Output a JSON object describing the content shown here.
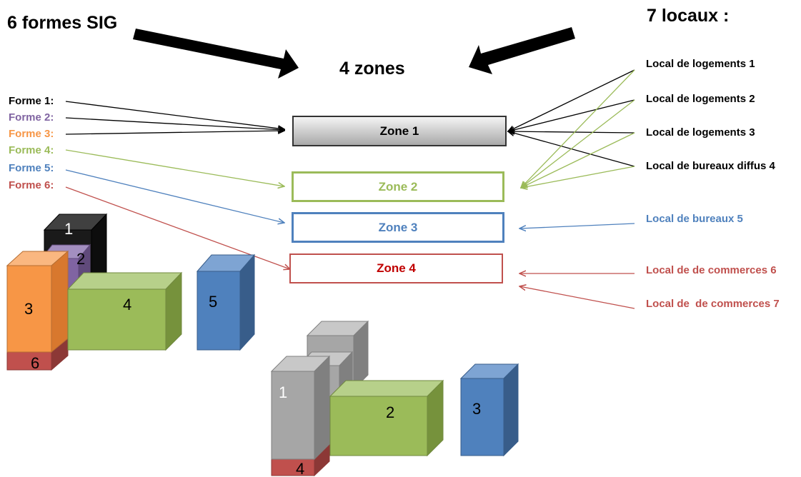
{
  "header": {
    "left_title": "6 formes SIG",
    "center_title": "4 zones",
    "right_title": "7 locaux :"
  },
  "formes": [
    {
      "label": "Forme 1:",
      "color": "#000000"
    },
    {
      "label": "Forme 2:",
      "color": "#8064a2"
    },
    {
      "label": "Forme 3:",
      "color": "#f79646"
    },
    {
      "label": "Forme 4:",
      "color": "#9bbb59"
    },
    {
      "label": "Forme 5:",
      "color": "#4f81bd"
    },
    {
      "label": "Forme 6:",
      "color": "#c0504d"
    }
  ],
  "zones": [
    {
      "label": "Zone 1"
    },
    {
      "label": "Zone 2"
    },
    {
      "label": "Zone 3"
    },
    {
      "label": "Zone 4"
    }
  ],
  "locaux": [
    {
      "label": "Local de logements 1",
      "color": "#000000"
    },
    {
      "label": "Local de logements 2",
      "color": "#000000"
    },
    {
      "label": "Local de logements 3",
      "color": "#000000"
    },
    {
      "label": "Local de bureaux diffus 4",
      "color": "#000000"
    },
    {
      "label": "Local de bureaux 5",
      "color": "#4f81bd"
    },
    {
      "label": "Local de de commerces 6",
      "color": "#c0504d"
    },
    {
      "label": "Local de  de commerces 7",
      "color": "#c0504d"
    }
  ],
  "shapes_group_1": [
    "1",
    "2",
    "3",
    "4",
    "5",
    "6"
  ],
  "shapes_group_2": [
    "1",
    "2",
    "3",
    "4"
  ],
  "colors": {
    "black": "#000000",
    "purple": "#8064a2",
    "orange": "#f79646",
    "green": "#9bbb59",
    "blue": "#4f81bd",
    "red": "#c0504d",
    "gray": "#a6a6a6"
  }
}
